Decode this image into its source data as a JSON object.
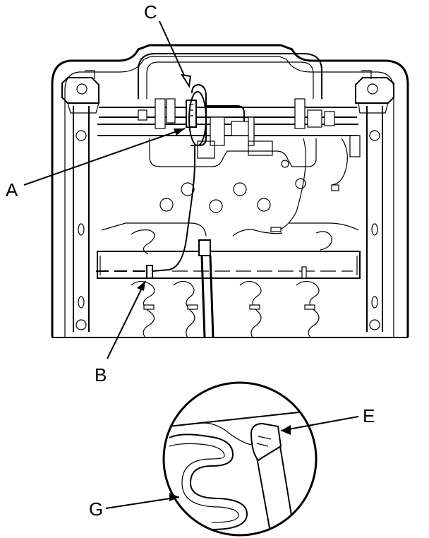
{
  "callouts": {
    "a": "A",
    "b": "B",
    "c": "C",
    "e": "E",
    "g": "G"
  },
  "colors": {
    "line": "#000000",
    "background": "#ffffff"
  }
}
